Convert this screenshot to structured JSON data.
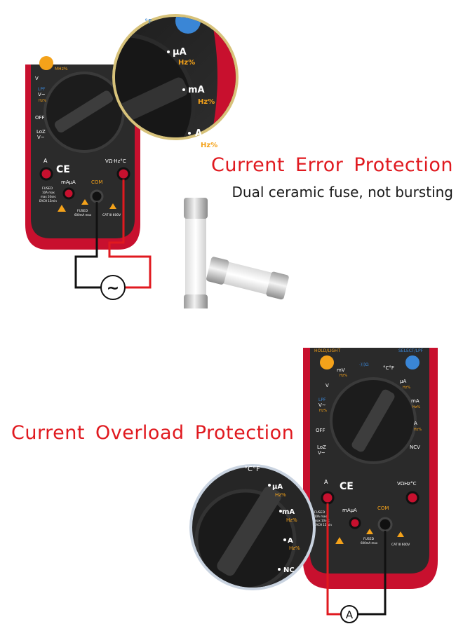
{
  "section_top": {
    "title": "Current Error Protection",
    "subtitle": "Dual ceramic fuse, not bursting"
  },
  "section_bottom": {
    "title": "Current Overload Protection"
  },
  "meter_top": {
    "labels": {
      "freq": "MHz%",
      "v_dc": "V",
      "lpf": "LPF",
      "v_ac": "V~",
      "hz": "Hz%",
      "off": "OFF",
      "loz": "LoZ",
      "loz_v": "V~",
      "terminal_a": "A",
      "terminal_maua": "mAμA",
      "terminal_com": "COM",
      "terminal_v": "VΩ·Hz°C",
      "fused_left": "FUSED",
      "fused_left_2": "10A max",
      "fused_left_3": "max 10sec",
      "fused_left_4": "EACH 15min",
      "fused_mid": "FUSED",
      "fused_mid_2": "600mA max",
      "cat": "CAT Ⅲ 600V",
      "ce": "CE"
    },
    "zoom_labels": {
      "ua": "μA",
      "ua_hz": "Hz%",
      "ma": "mA",
      "ma_hz": "Hz%",
      "a": "A",
      "a_hz": "Hz%",
      "f": "°F"
    },
    "ac_symbol": "~"
  },
  "meter_bottom": {
    "labels": {
      "hold": "HOLD/LIGHT",
      "select": "SELECT/LPF",
      "mv": "mV",
      "mv_hz": "Hz%",
      "diode": "·)))Ω",
      "temp": "°C°F",
      "ua": "μA",
      "ua_hz": "Hz%",
      "v_dc": "V",
      "lpf": "LPF",
      "v_ac": "V~",
      "hz": "Hz%",
      "ma": "mA",
      "ma_hz": "Hz%",
      "off": "OFF",
      "a": "A",
      "a_hz": "Hz%",
      "loz": "LoZ",
      "loz_v": "V~",
      "ncv": "NCV",
      "terminal_a": "A",
      "terminal_maua": "mAμA",
      "terminal_com": "COM",
      "terminal_v": "VΩHz°C",
      "ce": "CE",
      "fused_left": "FUSED",
      "fused_left_2": "10A max",
      "fused_left_3": "max 10sec",
      "fused_left_4": "EACH 15min",
      "fused_mid": "FUSED",
      "fused_mid_2": "600mA max",
      "cat": "CAT Ⅲ 600V"
    },
    "zoom_labels": {
      "temp": "°C°F",
      "ua": "μA",
      "ua_hz": "Hz%",
      "ma": "mA",
      "ma_hz": "Hz%",
      "a": "A",
      "a_hz": "Hz%",
      "ncv": "NC"
    },
    "ammeter_symbol": "A"
  },
  "colors": {
    "accent_red": "#e0191f",
    "meter_red": "#c8102e",
    "meter_dark": "#2a2a2a",
    "knob_orange": "#f4a21a",
    "knob_blue": "#3a86d6",
    "label_orange": "#f4a21a"
  }
}
